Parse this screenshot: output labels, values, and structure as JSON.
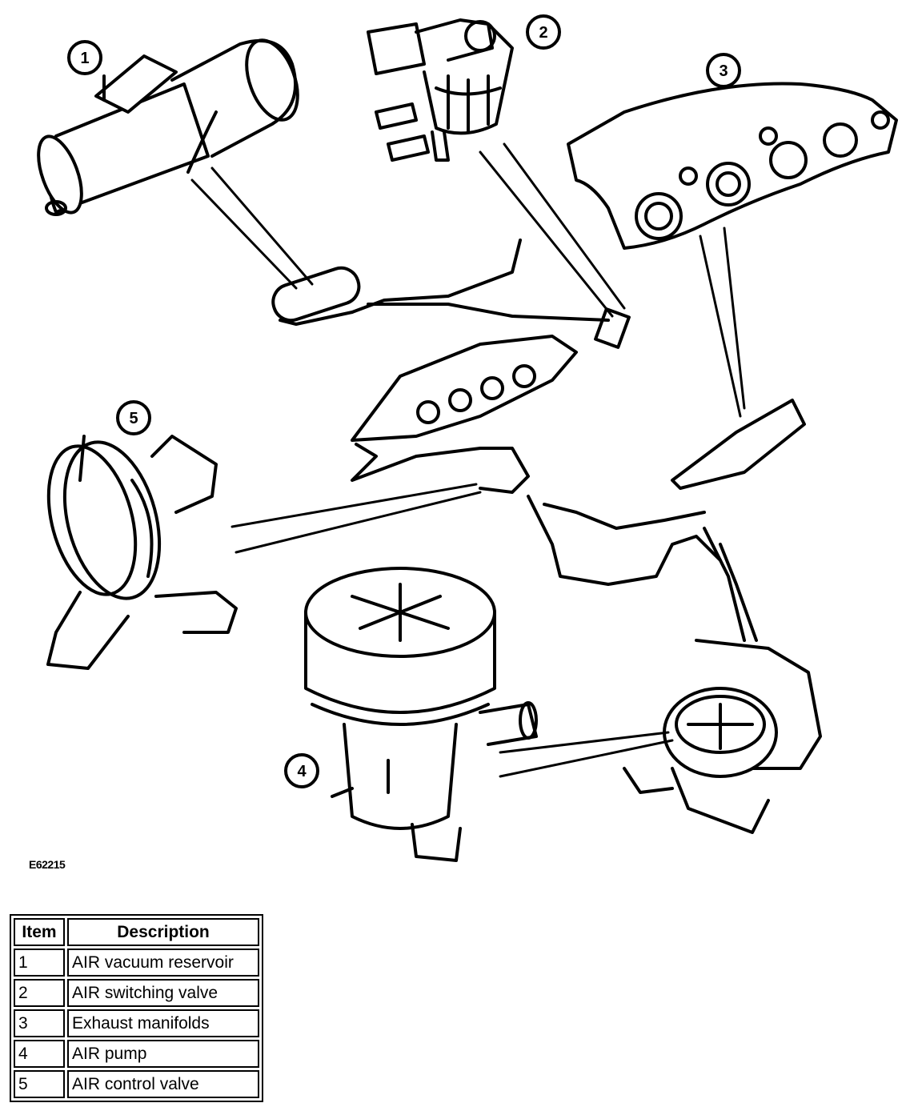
{
  "figure": {
    "id": "E62215",
    "callouts": [
      "1",
      "2",
      "3",
      "4",
      "5"
    ]
  },
  "legend": {
    "headers": [
      "Item",
      "Description"
    ],
    "rows": [
      {
        "item": "1",
        "description": "AIR vacuum reservoir"
      },
      {
        "item": "2",
        "description": "AIR switching valve"
      },
      {
        "item": "3",
        "description": "Exhaust manifolds"
      },
      {
        "item": "4",
        "description": "AIR pump"
      },
      {
        "item": "5",
        "description": "AIR control valve"
      }
    ]
  }
}
